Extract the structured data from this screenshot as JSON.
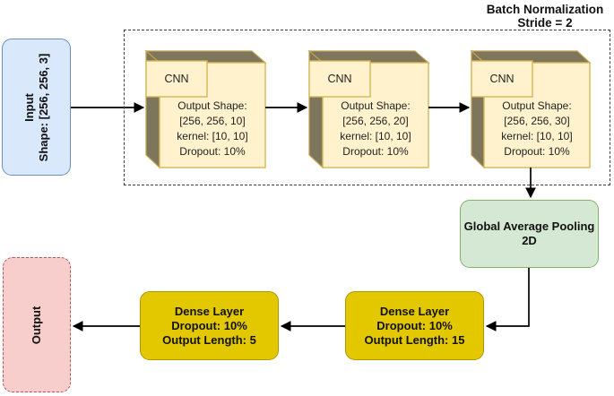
{
  "title": {
    "line1": "Batch Normalization",
    "line2": "Stride = 2"
  },
  "input_node": {
    "line1": "Input",
    "line2": "Shape: [256, 256, 3]"
  },
  "cnn_blocks": [
    {
      "tab": "CNN",
      "line1": "Output Shape:",
      "line2": "[256, 256, 10]",
      "line3": "kernel: [10, 10]",
      "line4": "Dropout: 10%"
    },
    {
      "tab": "CNN",
      "line1": "Output Shape:",
      "line2": "[256, 256, 20]",
      "line3": "kernel: [10, 10]",
      "line4": "Dropout: 10%"
    },
    {
      "tab": "CNN",
      "line1": "Output Shape:",
      "line2": "[256, 256, 30]",
      "line3": "kernel: [10, 10]",
      "line4": "Dropout: 10%"
    }
  ],
  "pooling_node": {
    "line1": "Global Average Pooling",
    "line2": "2D"
  },
  "dense_right": {
    "line1": "Dense Layer",
    "line2": "Dropout: 10%",
    "line3": "Output Length: 15"
  },
  "dense_left": {
    "line1": "Dense Layer",
    "line2": "Dropout: 10%",
    "line3": "Output Length: 5"
  },
  "output_node": {
    "label": "Output"
  },
  "colors": {
    "input_fill": "#dae8fc",
    "input_border": "#6c8ebf",
    "cnn_fill": "#fff2cc",
    "cnn_border": "#d6b656",
    "cnn_shadow": "#7d765c",
    "pooling_fill": "#d5e8d4",
    "pooling_border": "#82b366",
    "dense_fill": "#e3c800",
    "dense_border": "#b09500",
    "output_fill": "#f8cecc",
    "output_border": "#b85450",
    "arrow": "#000000"
  }
}
